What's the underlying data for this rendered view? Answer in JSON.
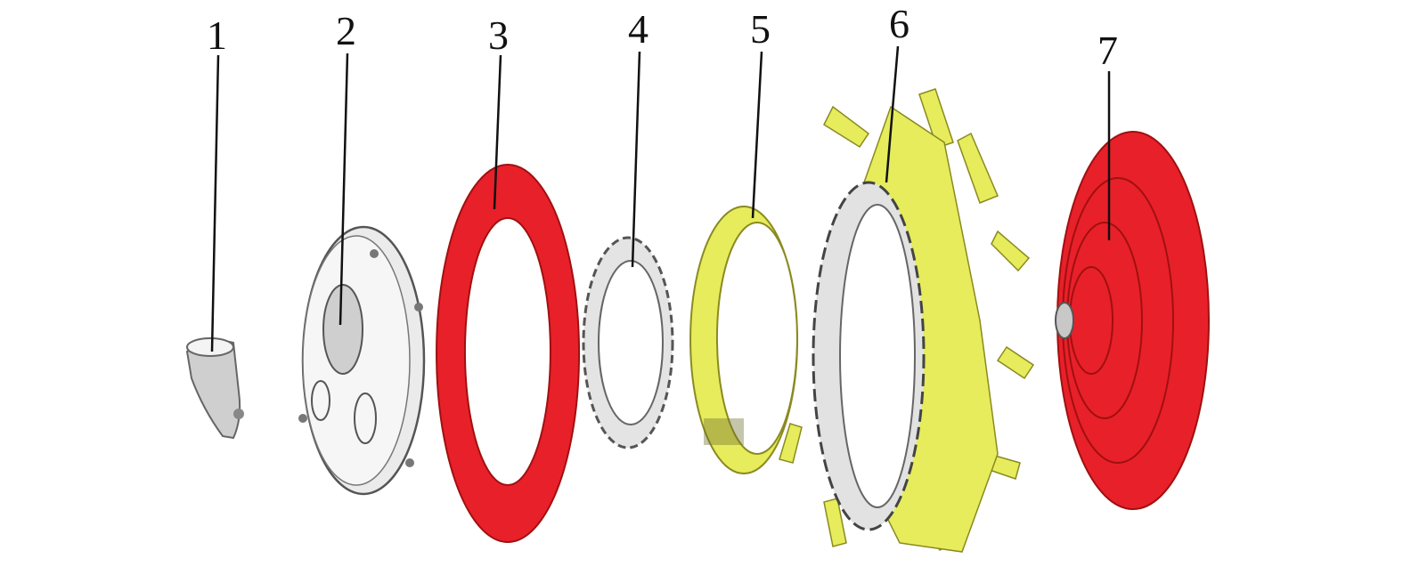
{
  "diagram": {
    "type": "exploded-assembly-view",
    "labels": [
      "1",
      "2",
      "3",
      "4",
      "5",
      "6",
      "7"
    ],
    "colors": {
      "red_part": "#e8202a",
      "yellow_part": "#e6ec5c",
      "gray_part": "#d9d9d9",
      "outline": "#555555"
    }
  }
}
